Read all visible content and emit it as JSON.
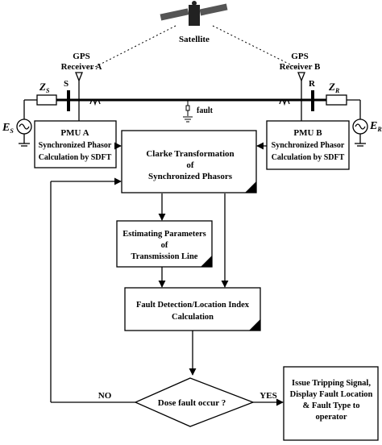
{
  "satellite": {
    "label": "Satellite",
    "icon": "satellite-icon"
  },
  "gps_a": {
    "line1": "GPS",
    "line2": "Receiver A"
  },
  "gps_b": {
    "line1": "GPS",
    "line2": "Receiver B"
  },
  "bus": {
    "s": "S",
    "r": "R",
    "zs": "Z",
    "zs_sub": "S",
    "zr": "Z",
    "zr_sub": "R",
    "fault": "fault"
  },
  "sources": {
    "es": "E",
    "es_sub": "S",
    "er": "E",
    "er_sub": "R"
  },
  "pmu_a": {
    "line1": "PMU A",
    "line2": "Synchronized Phasor",
    "line3": "Calculation by SDFT"
  },
  "pmu_b": {
    "line1": "PMU B",
    "line2": "Synchronized Phasor",
    "line3": "Calculation by SDFT"
  },
  "clarke": {
    "line1": "Clarke Transformation",
    "line2": "of",
    "line3": "Synchronized Phasors"
  },
  "estimate": {
    "line1": "Estimating Parameters",
    "line2": "of",
    "line3": "Transmission Line"
  },
  "fault_index": {
    "line1": "Fault Detection/Location Index",
    "line2": "Calculation"
  },
  "decision": {
    "text": "Dose fault occur ?",
    "no": "NO",
    "yes": "YES"
  },
  "output": {
    "line1": "Issue Tripping Signal,",
    "line2": "Display Fault Location",
    "line3": "& Fault Type to",
    "line4": "operator"
  }
}
